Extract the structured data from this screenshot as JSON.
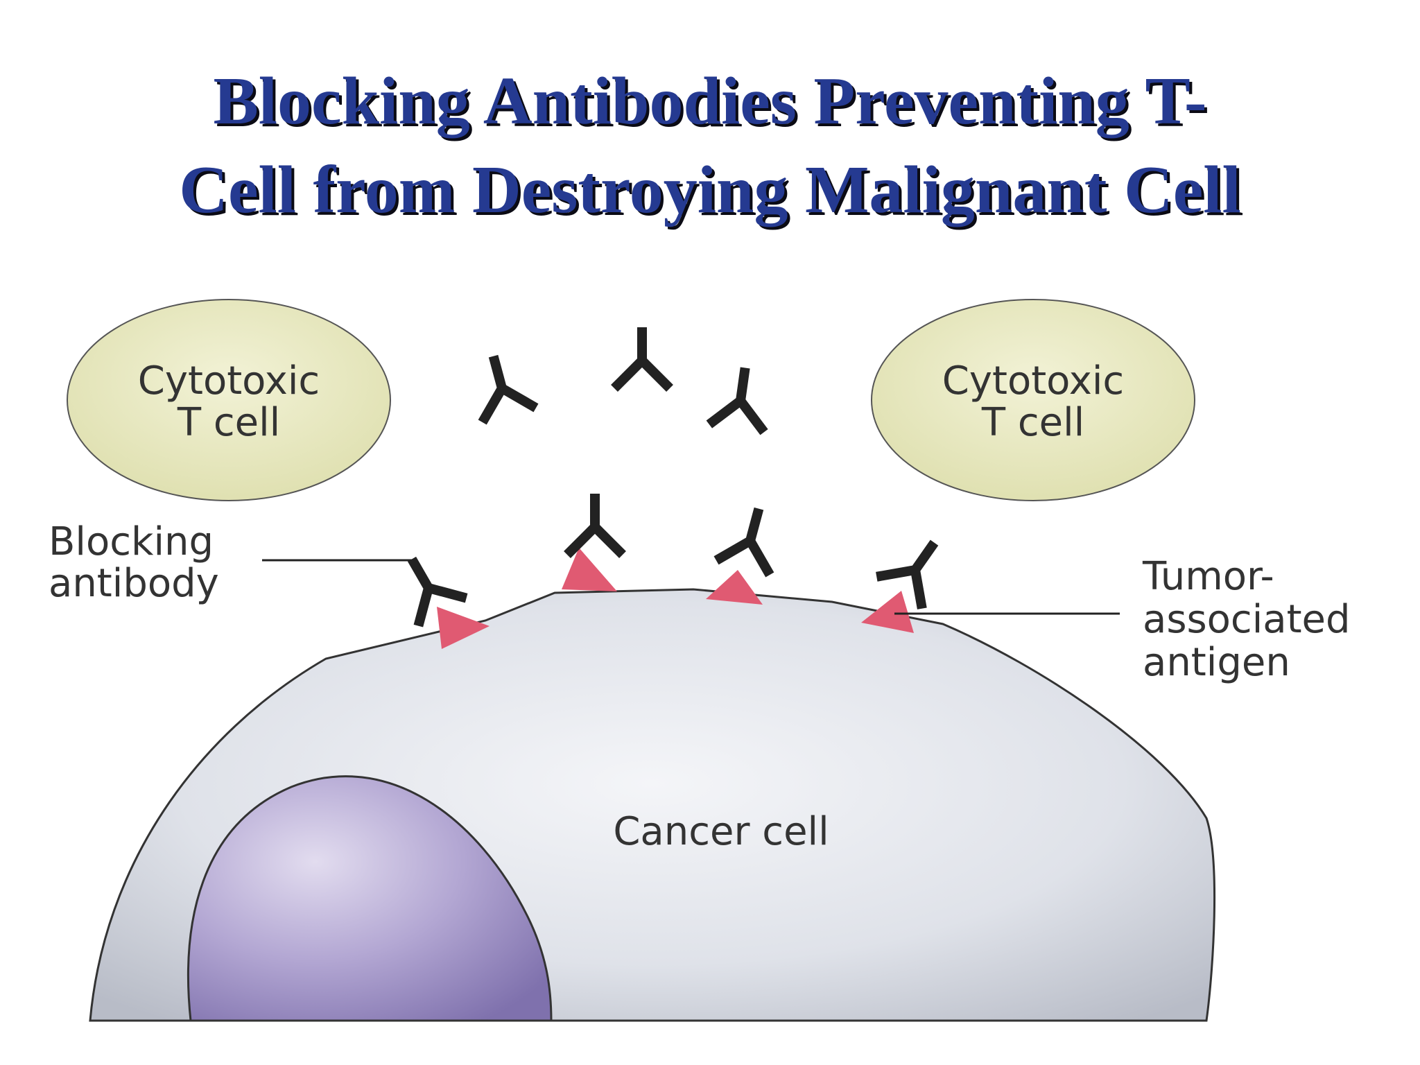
{
  "slide": {
    "title_line1": "Blocking Antibodies Preventing T-",
    "title_line2": "Cell from Destroying Malignant Cell"
  },
  "diagram": {
    "left_t_cell": {
      "line1": "Cytotoxic",
      "line2": "T cell"
    },
    "right_t_cell": {
      "line1": "Cytotoxic",
      "line2": "T cell"
    },
    "blocking_antibody_label": {
      "line1": "Blocking",
      "line2": "antibody"
    },
    "tumor_antigen_label": {
      "line1": "Tumor-",
      "line2": "associated",
      "line3": "antigen"
    },
    "cancer_cell_label": "Cancer cell",
    "colors": {
      "t_cell_fill": "#ebebc6",
      "cancer_cell_fill": "#d9dde6",
      "nucleus_fill": "#a99cc9",
      "antigen_fill": "#e05a72",
      "antibody_stroke": "#222222",
      "title_color": "#253a91"
    }
  }
}
